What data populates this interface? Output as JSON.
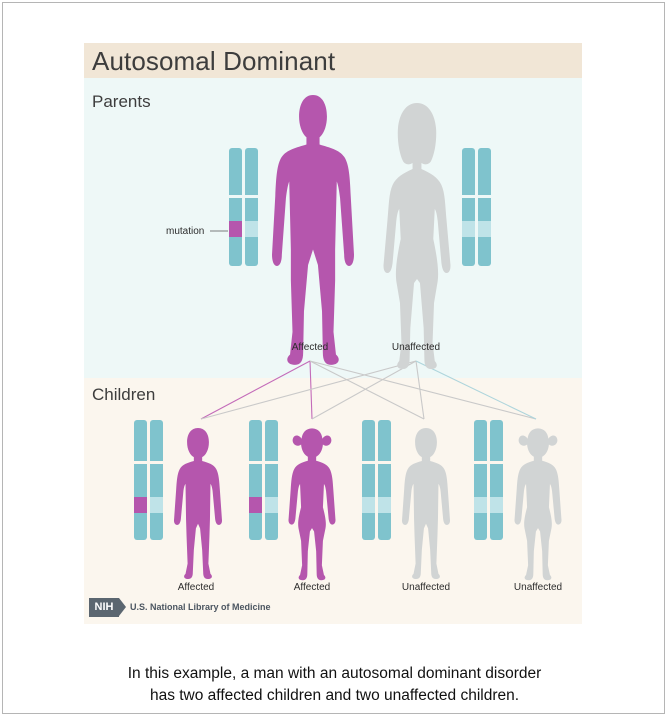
{
  "title": "Autosomal Dominant",
  "sections": {
    "parents": "Parents",
    "children": "Children"
  },
  "mutation_label": "mutation",
  "parents": [
    {
      "status": "Affected",
      "sex": "male"
    },
    {
      "status": "Unaffected",
      "sex": "female"
    }
  ],
  "children": [
    {
      "status": "Affected",
      "sex": "male"
    },
    {
      "status": "Affected",
      "sex": "female"
    },
    {
      "status": "Unaffected",
      "sex": "male"
    },
    {
      "status": "Unaffected",
      "sex": "female"
    }
  ],
  "footer": {
    "nih": "NIH",
    "library": "U.S. National Library of Medicine"
  },
  "caption": {
    "line1": "In this example, a man with an autosomal dominant disorder",
    "line2": "has two affected children and two unaffected children."
  },
  "colors": {
    "affected": "#b556ad",
    "unaffected": "#d1d4d4",
    "chromosome": "#7fc3cd",
    "chromosome_band": "#bfe3e8",
    "mutation": "#b556ad",
    "title_band": "#f1e6d6",
    "parents_band": "#eef8f7",
    "children_band": "#fbf6ee"
  }
}
